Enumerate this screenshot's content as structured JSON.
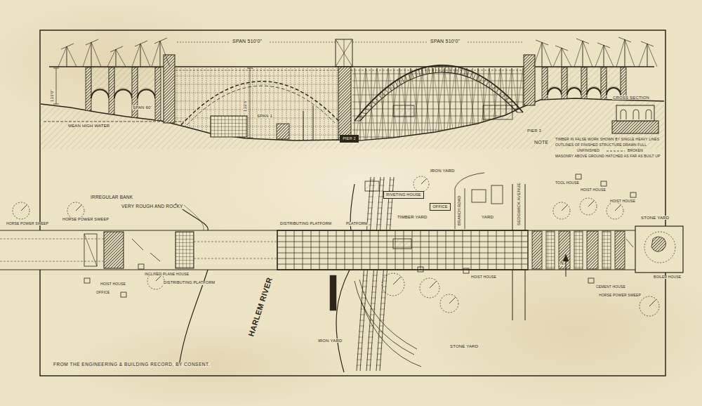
{
  "diagram": {
    "caption": "FROM THE ENGINEERING & BUILDING RECORD, BY CONSENT.",
    "nodes": [
      {
        "text": [
          "RIVETING HOUSE"
        ]
      },
      {
        "text": [
          "OFFICE"
        ]
      },
      {
        "text": [
          "PIER 2"
        ]
      }
    ],
    "labels": [
      "SPAN 510'0\"",
      "SPAN 510'0\"",
      "SPAN 60'",
      "SPAN 1",
      "MEAN HIGH WATER",
      "133'0\"",
      "133'6\"",
      "PIER 3",
      "CROSS SECTION",
      "NOTE",
      "TIMBER IN FALSE WORK SHOWN BY SINGLE HEAVY LINES",
      "OUTLINES OF FINISHED STRUCTURE DRAWN FULL",
      "UNFINISHED",
      "BROKEN",
      "MASONRY ABOVE GROUND HATCHED AS FAR AS BUILT UP",
      "IRREGULAR BANK",
      "VERY ROUGH AND ROCKY",
      "HORSE POWER SWEEP",
      "HORSE POWER SWEEP",
      "INCLINED PLANE HOUSE",
      "DISTRIBUTING PLATFORM",
      "HOIST HOUSE",
      "OFFICE",
      "HARLEM RIVER",
      "DISTRIBUTING PLATFORM",
      "PLATFORM",
      "IRON YARD",
      "TIMBER YARD",
      "YARD",
      "BRANCH ROAD",
      "SEDGWICK AVENUE",
      "TOOL HOUSE",
      "HOIST HOUSE",
      "HOIST HOUSE",
      "STONE YARD",
      "BOILER HOUSE",
      "CEMENT HOUSE",
      "HORSE POWER SWEEP",
      "IRON YARD",
      "STONE YARD",
      "N",
      "HOIST HOUSE"
    ]
  }
}
